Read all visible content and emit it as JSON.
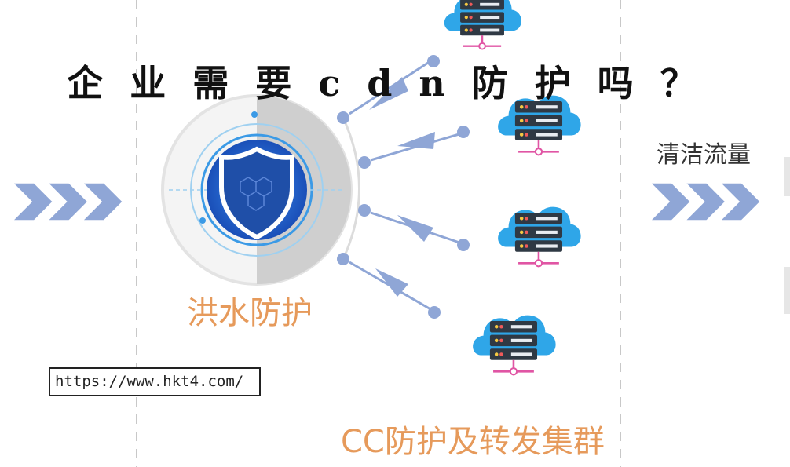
{
  "title": "企业需要cdn防护吗？",
  "labels": {
    "flood": "洪水防护",
    "clean": "清洁流量",
    "cc": "CC防护及转发集群"
  },
  "url": "https://www.hkt4.com/",
  "colors": {
    "accent_orange": "#e69a5b",
    "arrow_blue": "#8fa6d6",
    "cloud_blue": "#2fa6e8",
    "shield_blue": "#2a62c9",
    "dashed_line": "#c8c8c8"
  },
  "icons": [
    "shield-icon",
    "cloud-server-icon",
    "triple-chevron-icon"
  ]
}
